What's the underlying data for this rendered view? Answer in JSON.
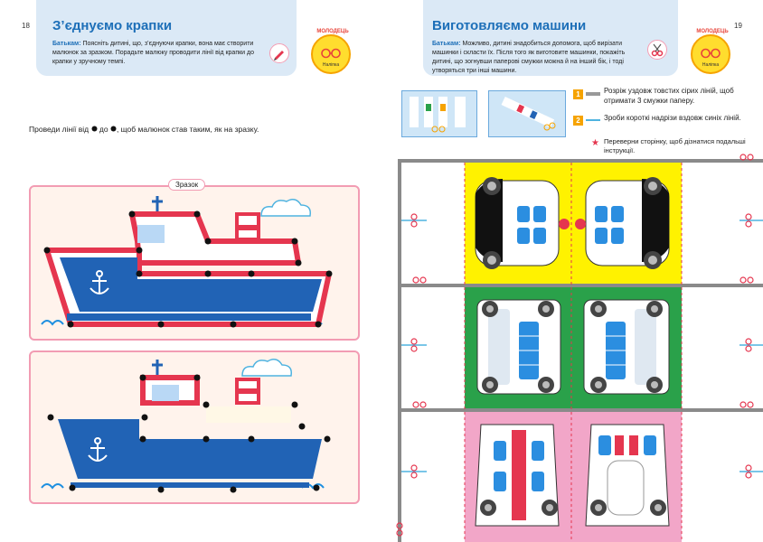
{
  "left_page": {
    "page_number": "18",
    "title": "З’єднуємо крапки",
    "parents_label": "Батькам:",
    "parents_text": " Поясніть дитині, що, з’єднуючи крапки, вона має створити малюнок за зразком. Порадьте малюку проводити лінії від крапки до крапки у зручному темпі.",
    "instruction_parts": [
      "Проведи лінії від",
      "до",
      ", щоб малюнок став таким, як на зразку."
    ],
    "sample_label": "Зразок",
    "badge_top": "МОЛОДЕЦЬ",
    "badge_bottom": "Наліпка"
  },
  "right_page": {
    "page_number": "19",
    "title": "Виготовляємо машини",
    "parents_label": "Батькам:",
    "parents_text": " Можливо, дитині знадобиться допомога, щоб вирізати машинки і скласти їх. Після того як виготовите машинки, покажіть дитині, що зогнувши паперові смужки можна й на інший бік, і тоді утворяться три інші машини.",
    "badge_top": "МОЛОДЕЦЬ",
    "badge_bottom": "Наліпка",
    "steps": [
      {
        "num": "1",
        "text": "Розріж уздовж товстих сірих ліній, щоб отримати 3 смужки паперу."
      },
      {
        "num": "2",
        "text": "Зроби короткі надрізи вздовж синіх ліній."
      }
    ],
    "note": "Переверни сторінку, щоб дізнатися подальші інструкції.",
    "rows": [
      "police",
      "bus",
      "ambulance"
    ]
  },
  "colors": {
    "header_bg": "#dbe9f6",
    "title_blue": "#1d6fb8",
    "ship_red": "#e5364f",
    "ship_blue": "#2163b5",
    "panel_pink": "#fff3ec",
    "police_bg": "#fff200",
    "bus_bg": "#2aa14a",
    "ambulance_bg": "#f2a6c8",
    "badge_yellow": "#ffdd2e"
  }
}
